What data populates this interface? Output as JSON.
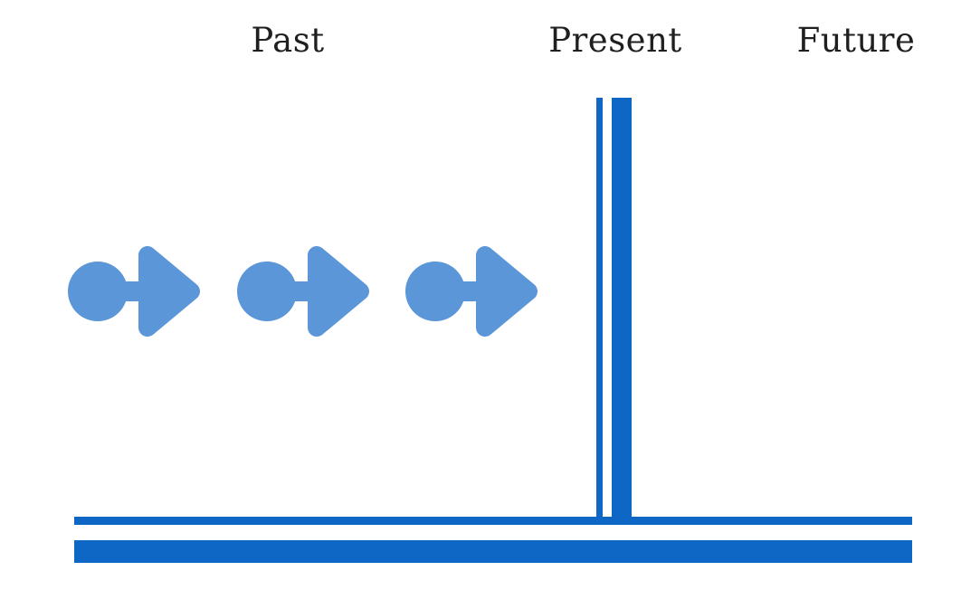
{
  "diagram": {
    "type": "timeline",
    "labels": [
      {
        "id": "past",
        "text": "Past"
      },
      {
        "id": "present",
        "text": "Present"
      },
      {
        "id": "future",
        "text": "Future"
      }
    ],
    "arrows": {
      "icon": "circle-arrow-right-icon",
      "count": 3,
      "direction": "right"
    },
    "colors": {
      "arrow_blue": "#5b97d8",
      "line_blue": "#0e67c4",
      "label_text": "#1f1f1f",
      "background": "#ffffff"
    }
  }
}
